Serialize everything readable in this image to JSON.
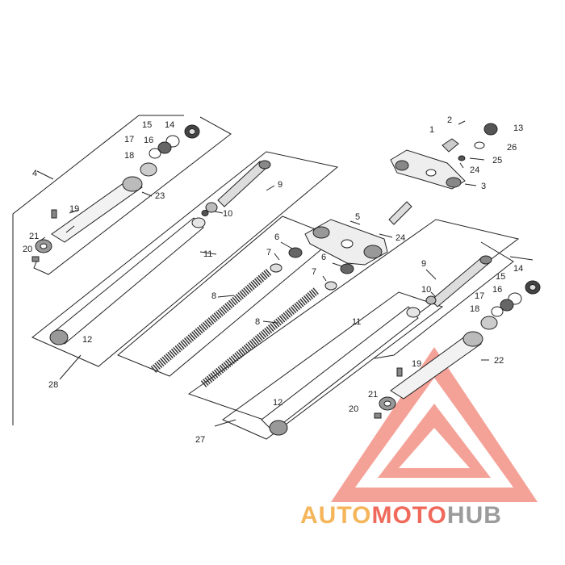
{
  "diagram": {
    "callouts": {
      "c1": "1",
      "c2": "2",
      "c3": "3",
      "c4": "4",
      "c5": "5",
      "c6a": "6",
      "c6b": "6",
      "c7a": "7",
      "c7b": "7",
      "c8a": "8",
      "c8b": "8",
      "c9a": "9",
      "c9b": "9",
      "c10a": "10",
      "c10b": "10",
      "c11a": "11",
      "c11b": "11",
      "c12a": "12",
      "c12b": "12",
      "c13": "13",
      "c14a": "14",
      "c14b": "14",
      "c15a": "15",
      "c15b": "15",
      "c16a": "16",
      "c16b": "16",
      "c17a": "17",
      "c17b": "17",
      "c18a": "18",
      "c18b": "18",
      "c19a": "19",
      "c19b": "19",
      "c20a": "20",
      "c20b": "20",
      "c21a": "21",
      "c21b": "21",
      "c22": "22",
      "c23": "23",
      "c24a": "24",
      "c24b": "24",
      "c25": "25",
      "c26": "26",
      "c27": "27",
      "c28": "28"
    }
  },
  "watermark": {
    "part1": "AUTO",
    "part2": "MOTO",
    "part3": "HUB",
    "color_auto": "#f5b55a",
    "color_moto": "#f06a5c",
    "color_hub": "#9b9b9b",
    "logo_color": "#f28b7e"
  }
}
